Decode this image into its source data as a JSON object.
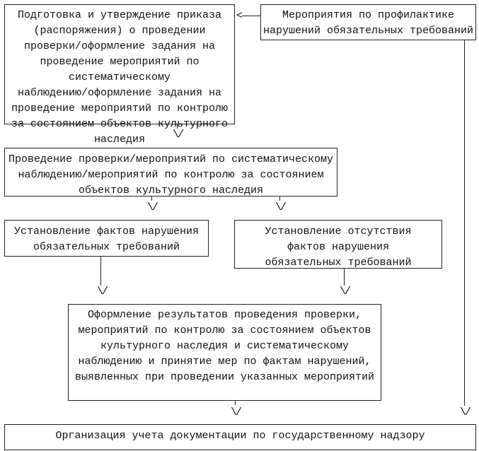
{
  "boxes": {
    "prepare_order": "Подготовка и утверждение приказа\n(распоряжения) о проведении\nпроверки/оформление задания на\nпроведение мероприятий по\nсистематическому\nнаблюдению/оформление задания на\nпроведение мероприятий по контролю\nза состоянием объектов культурного\nнаследия",
    "prevention": "Мероприятия по профилактике\nнарушений обязательных требований",
    "conduct_inspection": "Проведение проверки/мероприятий по систематическому\nнаблюдению/мероприятий по контролю за состоянием\nобъектов  культурного наследия",
    "violations_found": "Установление фактов нарушения\nобязательных требований",
    "no_violations": "Установление отсутствия\nфактов нарушения\nобязательных требований",
    "results": "Оформление результатов проведения проверки,\nмероприятий по контролю за состоянием объектов\nкультурного наследия и систематическому\nнаблюдению и принятие мер по фактам нарушений,\nвыявленных при проведении указанных мероприятий",
    "documentation": "Организация учета документации по государственному надзору"
  },
  "arrows": {
    "down": "\\/",
    "left": "<"
  }
}
